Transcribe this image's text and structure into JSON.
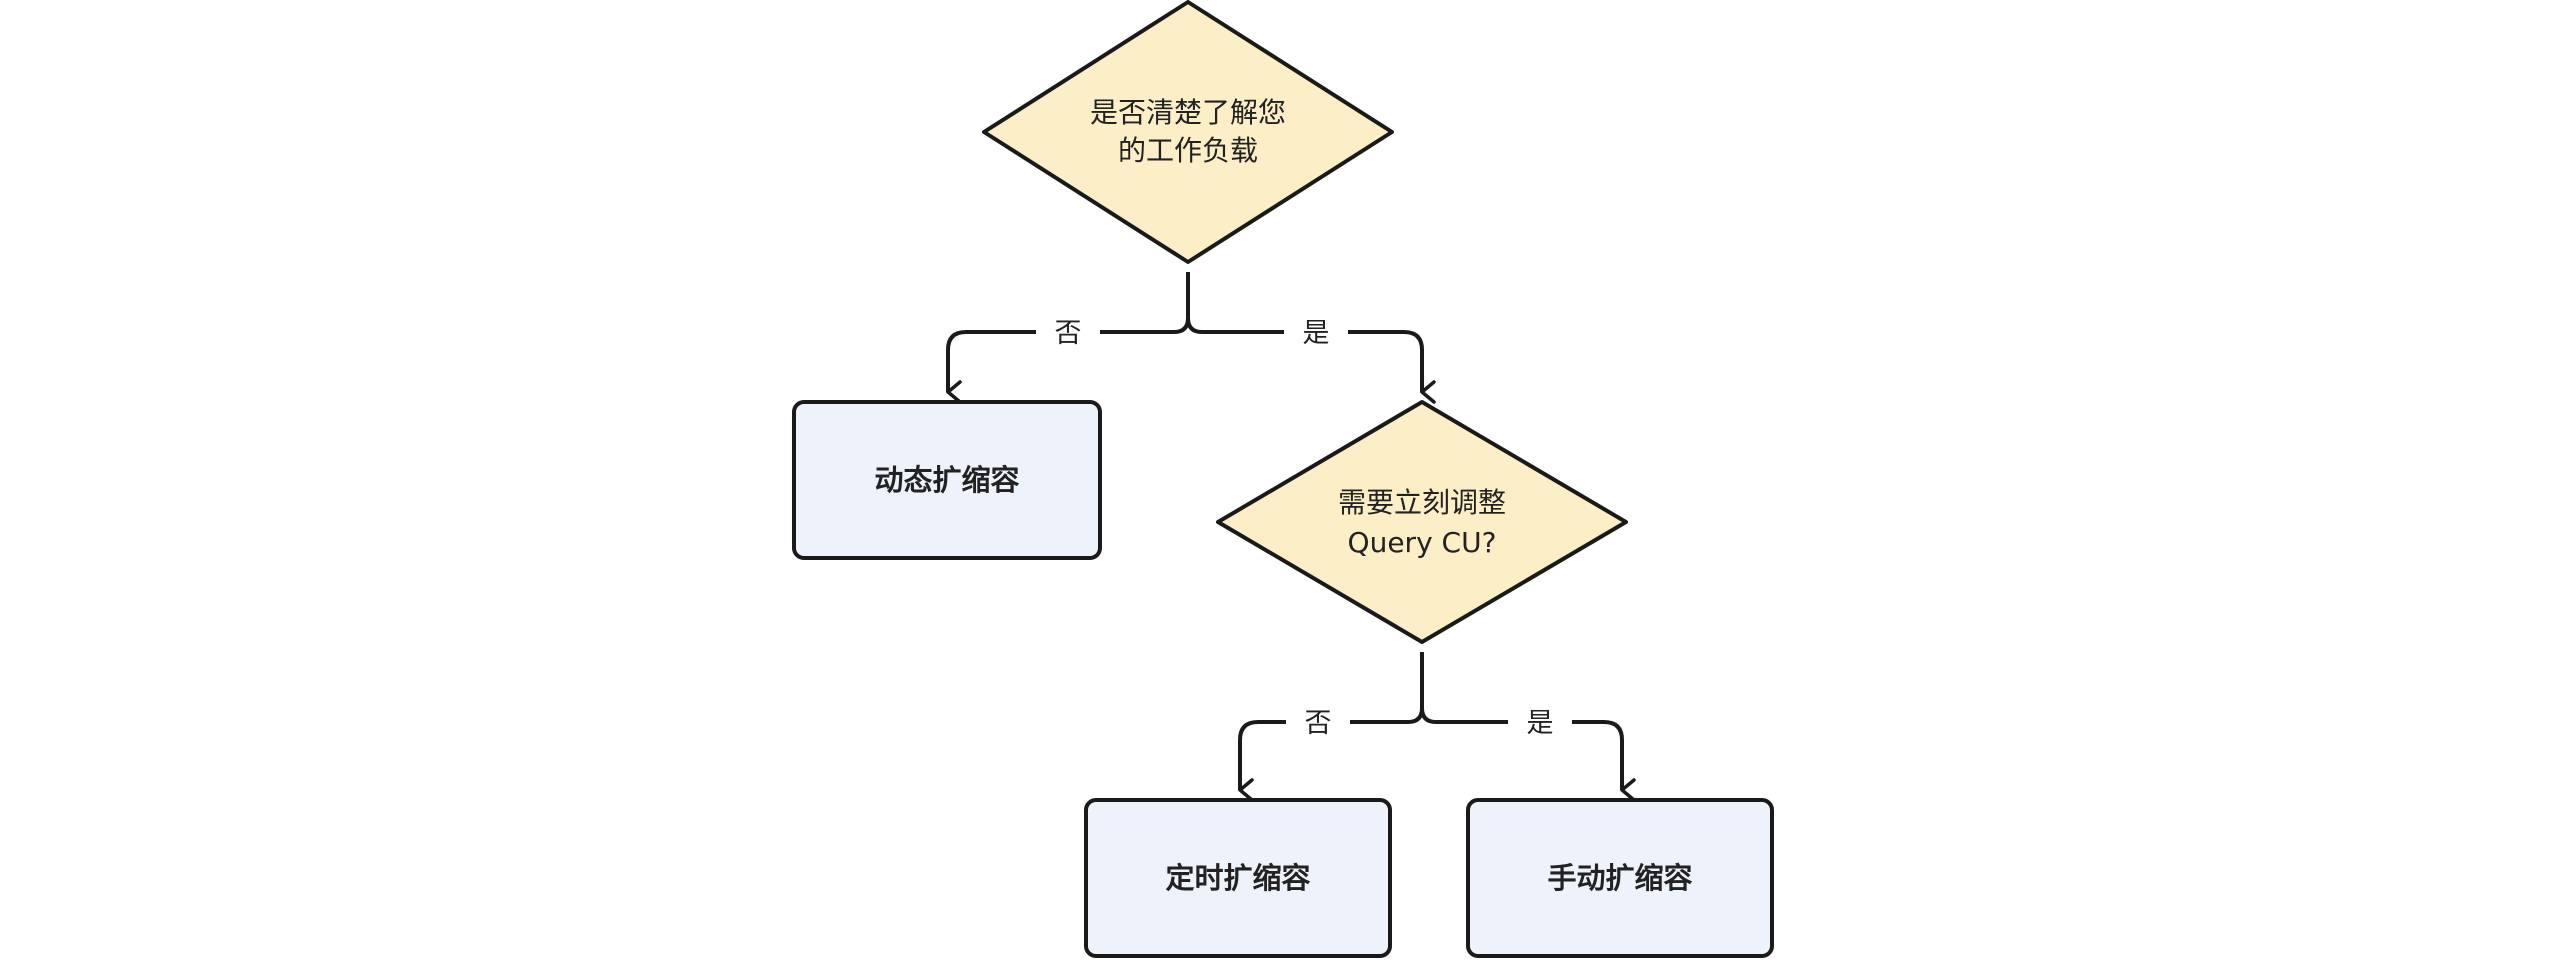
{
  "diagram": {
    "type": "flowchart",
    "colors": {
      "decision_fill": "#fcefc8",
      "process_fill": "#edf2fb",
      "stroke": "#1a1a1a",
      "label_bg": "#ffffff"
    },
    "nodes": {
      "decision_workload": {
        "kind": "decision",
        "lines": [
          "是否清楚了解您",
          "的工作负载"
        ]
      },
      "process_dynamic": {
        "kind": "process",
        "label": "动态扩缩容"
      },
      "decision_adjust": {
        "kind": "decision",
        "lines": [
          "需要立刻调整",
          "Query CU?"
        ]
      },
      "process_scheduled": {
        "kind": "process",
        "label": "定时扩缩容"
      },
      "process_manual": {
        "kind": "process",
        "label": "手动扩缩容"
      }
    },
    "edges": {
      "edge_workload_no": {
        "from": "decision_workload",
        "to": "process_dynamic",
        "label": "否"
      },
      "edge_workload_yes": {
        "from": "decision_workload",
        "to": "decision_adjust",
        "label": "是"
      },
      "edge_adjust_no": {
        "from": "decision_adjust",
        "to": "process_scheduled",
        "label": "否"
      },
      "edge_adjust_yes": {
        "from": "decision_adjust",
        "to": "process_manual",
        "label": "是"
      }
    }
  }
}
